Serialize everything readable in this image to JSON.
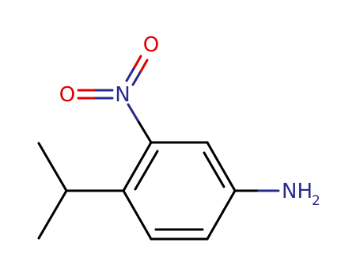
{
  "molecule": {
    "atoms": {
      "oxygen_top": {
        "symbol": "O",
        "color": "#e00000"
      },
      "oxygen_left": {
        "symbol": "O",
        "color": "#e00000"
      },
      "nitro_nitrogen": {
        "symbol": "N",
        "color": "#2a2a8c"
      },
      "amine": {
        "symbol": "NH",
        "subscript": "2",
        "color": "#2a2a8c"
      }
    },
    "bond_color": "#000000"
  }
}
